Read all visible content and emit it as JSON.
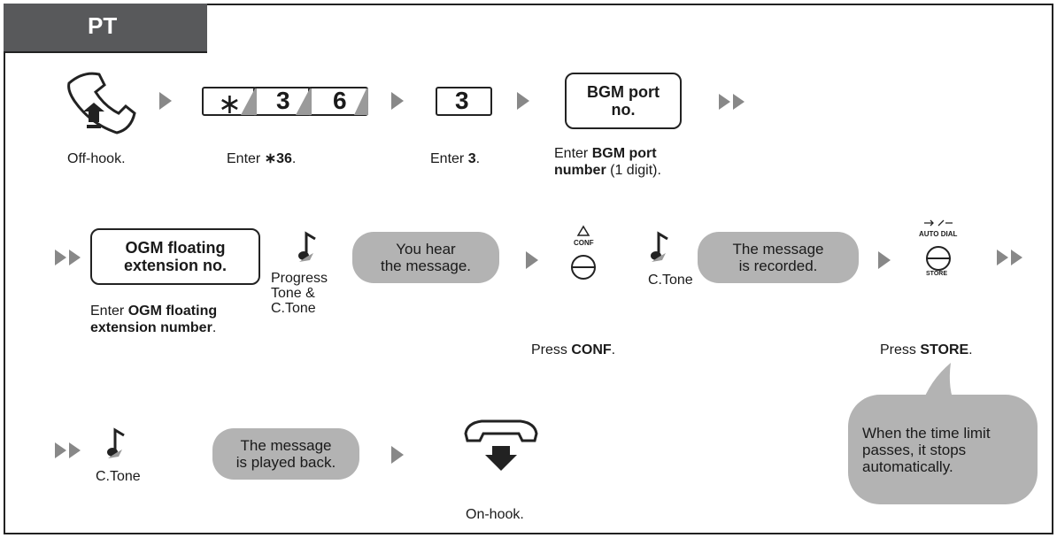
{
  "header": {
    "label": "PT"
  },
  "row1": {
    "offhook_caption": "Off-hook.",
    "feature_keys": [
      "∗",
      "3",
      "6"
    ],
    "feature_caption_prefix": "Enter ",
    "feature_caption_code": "∗36",
    "feature_caption_suffix": ".",
    "digit_key": "3",
    "digit_caption_prefix": "Enter ",
    "digit_caption_value": "3",
    "digit_caption_suffix": ".",
    "bgm_key_line1": "BGM port",
    "bgm_key_line2": "no.",
    "bgm_caption_prefix": "Enter ",
    "bgm_caption_bold1": "BGM port",
    "bgm_caption_bold2": "number",
    "bgm_caption_suffix": " (1 digit)."
  },
  "row2": {
    "ogm_key_line1": "OGM floating",
    "ogm_key_line2": "extension no.",
    "ogm_caption_prefix": "Enter ",
    "ogm_caption_bold1": "OGM floating",
    "ogm_caption_bold2": "extension number",
    "ogm_caption_suffix": ".",
    "tone1_lines": [
      "Progress",
      "Tone &",
      "C.Tone"
    ],
    "bubble1_lines": [
      "You hear",
      "the message."
    ],
    "conf_button_label": "CONF",
    "conf_caption_prefix": "Press ",
    "conf_caption_bold": "CONF",
    "conf_caption_suffix": ".",
    "tone2_label": "C.Tone",
    "bubble2_lines": [
      "The message",
      "is recorded."
    ],
    "store_button_top": "AUTO DIAL",
    "store_button_bottom": "STORE",
    "store_caption_prefix": "Press ",
    "store_caption_bold": "STORE",
    "store_caption_suffix": "."
  },
  "row3": {
    "tone_label": "C.Tone",
    "bubble_lines": [
      "The message",
      "is played back."
    ],
    "onhook_caption": "On-hook."
  },
  "note": {
    "lines": [
      "When the time limit",
      "passes, it stops",
      "automatically."
    ]
  },
  "colors": {
    "header_bg": "#58595b",
    "bubble_bg": "#b3b3b3",
    "arrow": "#888888",
    "ink": "#222222"
  }
}
